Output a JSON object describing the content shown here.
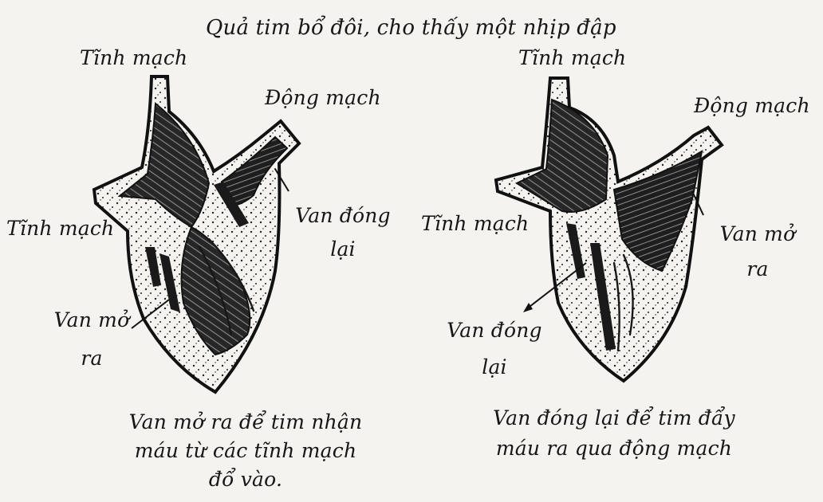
{
  "diagram": {
    "title": "Quả tim bổ đôi, cho thấy một nhịp đập",
    "left_heart": {
      "vein_top": "Tĩnh mạch",
      "artery": "Động mạch",
      "vein_side": "Tĩnh mạch",
      "valve_closed_1": "Van đóng",
      "valve_closed_2": "lại",
      "valve_open_1": "Van mở",
      "valve_open_2": "ra",
      "caption_1": "Van mở ra để tim nhận",
      "caption_2": "máu từ các tĩnh mạch",
      "caption_3": "đổ vào."
    },
    "right_heart": {
      "vein_top": "Tĩnh mạch",
      "artery": "Động mạch",
      "vein_side": "Tĩnh mạch",
      "valve_open_1": "Van mở",
      "valve_open_2": "ra",
      "valve_closed_1": "Van đóng",
      "valve_closed_2": "lại",
      "caption_1": "Van đóng lại để tim đẩy",
      "caption_2": "máu ra qua động mạch"
    },
    "colors": {
      "ink": "#161616",
      "paper": "#f4f3ef"
    }
  }
}
